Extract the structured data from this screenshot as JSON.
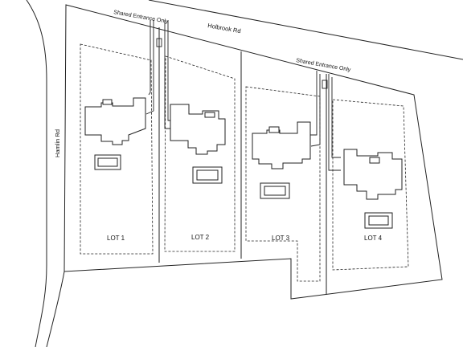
{
  "roads": {
    "holbrook": "Holbrook Rd",
    "hamlin": "Hamlin Rd"
  },
  "driveways": {
    "shared_1": "Shared Entrance Only",
    "shared_2": "Shared Entrance Only"
  },
  "lots": [
    {
      "label": "LOT 1"
    },
    {
      "label": "LOT 2"
    },
    {
      "label": "LOT 3"
    },
    {
      "label": "LOT 4"
    }
  ],
  "colors": {
    "line": "#222222",
    "background": "#ffffff"
  }
}
